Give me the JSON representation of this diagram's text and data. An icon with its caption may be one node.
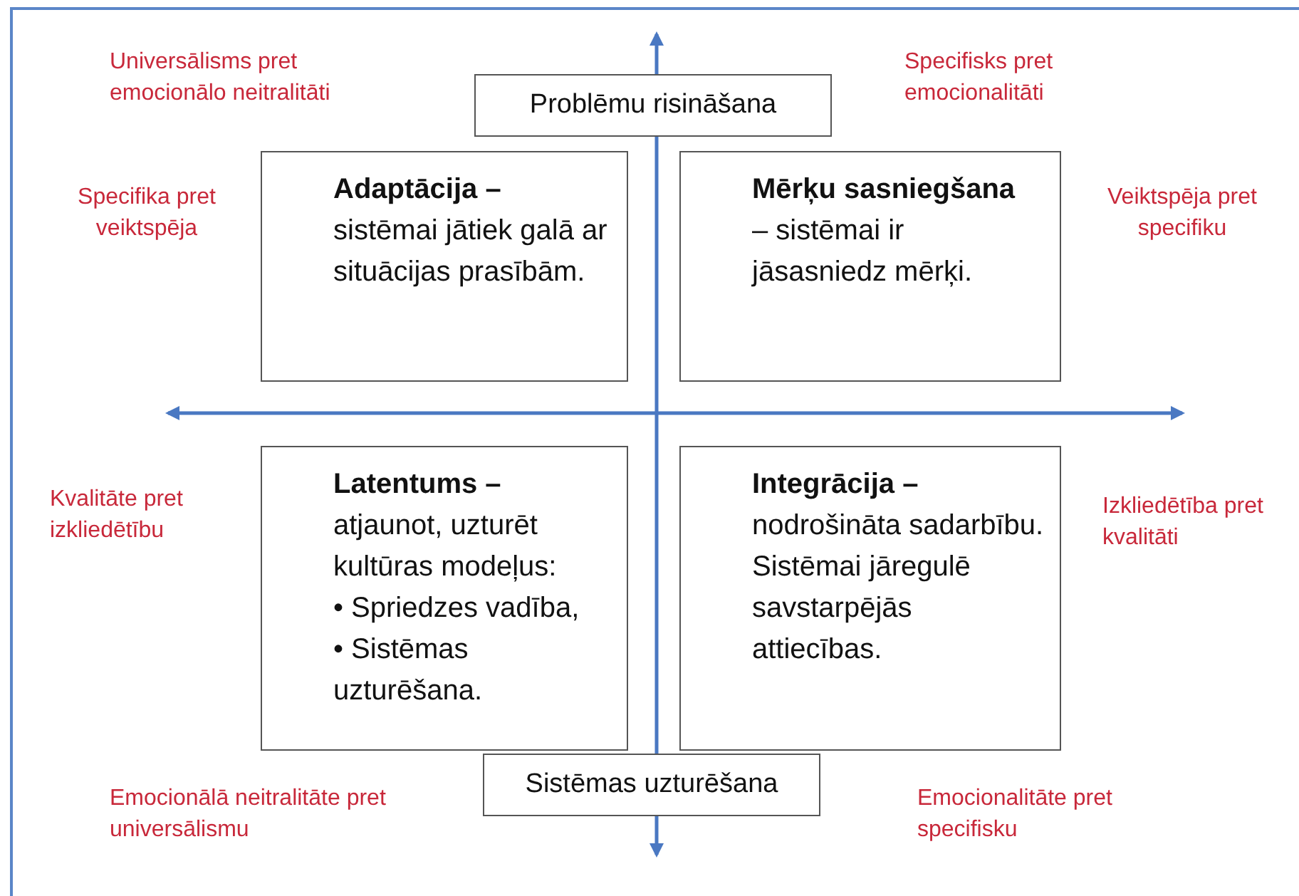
{
  "diagram": {
    "nodes": [
      {
        "text": [
          "Problēmu risināšana"
        ]
      },
      {
        "text": [
          "Adaptācija –",
          "sistēmai jātiek galā ar situācijas prasībām."
        ]
      },
      {
        "text": [
          "Mērķu sasniegšana",
          "– sistēmai ir jāsasniedz mērķi."
        ]
      },
      {
        "text": [
          "Latentums –",
          "atjaunot, uzturēt kultūras modeļus:",
          "• Spriedzes vadība,",
          "• Sistēmas uzturēšana."
        ]
      },
      {
        "text": [
          "Integrācija –",
          "nodrošināta sadarbību. Sistēmai jāregulē savstarpējās attiecības."
        ]
      },
      {
        "text": [
          "Sistēmas uzturēšana"
        ]
      }
    ],
    "labels": [
      "Universālisms pret emocionālo neitralitāti",
      "Specifisks pret emocionalitāti",
      "Specifika pret veiktspēja",
      "Veiktspēja pret specifiku",
      "Kvalitāte pret izkliedētību",
      "Izkliedētība pret kvalitāti",
      "Emocionālā neitralitāte pret universālismu",
      "Emocionalitāte pret specifisku"
    ]
  }
}
